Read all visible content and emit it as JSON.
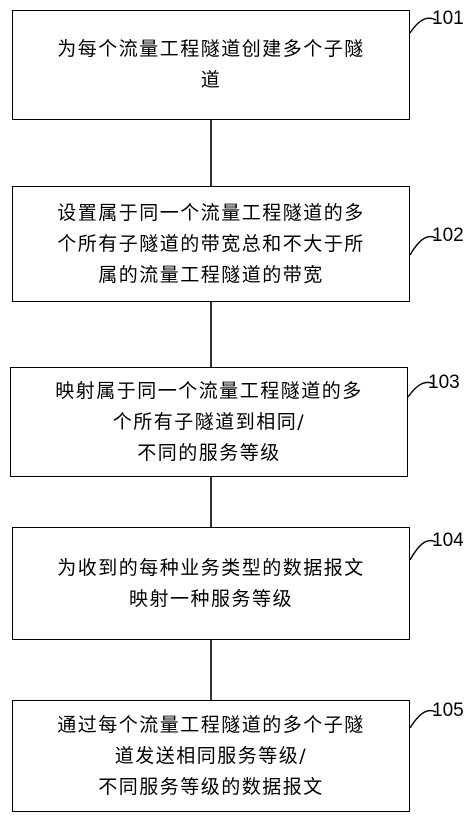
{
  "steps": [
    {
      "id": "101",
      "lines": [
        "为每个流量工程隧道创建多个子隧",
        "道"
      ]
    },
    {
      "id": "102",
      "lines": [
        "设置属于同一个流量工程隧道的多",
        "个所有子隧道的带宽总和不大于所",
        "属的流量工程隧道的带宽"
      ]
    },
    {
      "id": "103",
      "lines": [
        "映射属于同一个流量工程隧道的多",
        "个所有子隧道到相同/",
        "不同的服务等级"
      ]
    },
    {
      "id": "104",
      "lines": [
        "为收到的每种业务类型的数据报文",
        "映射一种服务等级"
      ]
    },
    {
      "id": "105",
      "lines": [
        "通过每个流量工程隧道的多个子隧",
        "道发送相同服务等级/",
        "不同服务等级的数据报文"
      ]
    }
  ]
}
